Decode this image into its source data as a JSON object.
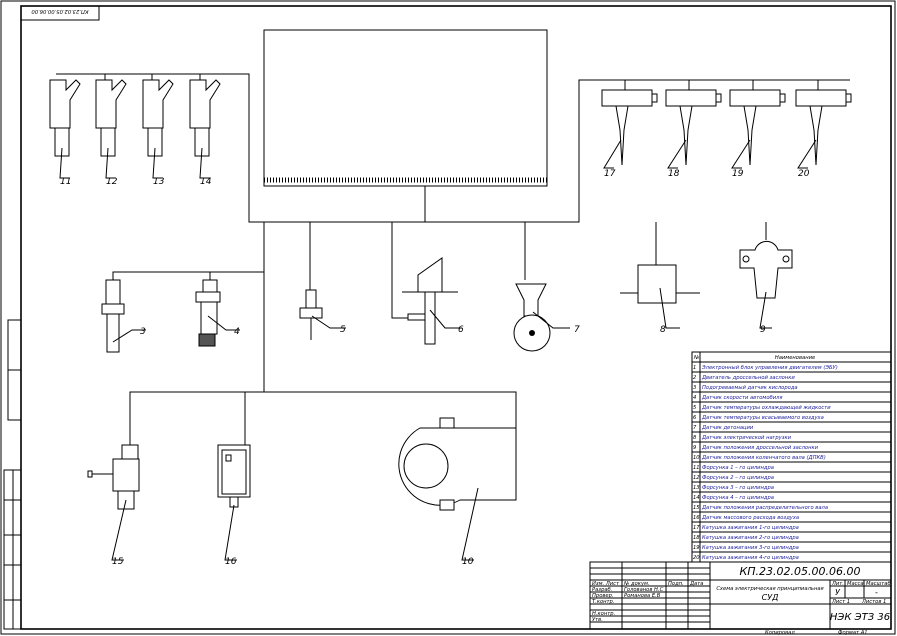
{
  "stamp_code": "КП.23.02.05.00.06.00",
  "component_labels": [
    "3",
    "4",
    "5",
    "6",
    "7",
    "8",
    "9",
    "10",
    "11",
    "12",
    "13",
    "14",
    "15",
    "16",
    "17",
    "18",
    "19",
    "20"
  ],
  "legend": {
    "header_num": "№",
    "header_name": "Наименование",
    "items": [
      {
        "n": "1",
        "name": "Электронный блок управления двигателем (ЭБУ)"
      },
      {
        "n": "2",
        "name": "Двигатель дроссельной заслонки"
      },
      {
        "n": "3",
        "name": "Подогреваемый датчик кислорода"
      },
      {
        "n": "4",
        "name": "Датчик скорости автомобиля"
      },
      {
        "n": "5",
        "name": "Датчик температуры охлаждающей жидкости"
      },
      {
        "n": "6",
        "name": "Датчик температуры всасываемого воздуха"
      },
      {
        "n": "7",
        "name": "Датчик детонации"
      },
      {
        "n": "8",
        "name": "Датчик электрической нагрузки"
      },
      {
        "n": "9",
        "name": "Датчик положения дроссельной заслонки"
      },
      {
        "n": "10",
        "name": "Датчик положения коленчатого вала (ДПКВ)"
      },
      {
        "n": "11",
        "name": "Форсунка 1 – го цилиндра"
      },
      {
        "n": "12",
        "name": "Форсунка 2 – го цилиндра"
      },
      {
        "n": "13",
        "name": "Форсунка 3 – го цилиндра"
      },
      {
        "n": "14",
        "name": "Форсунка 4 – го цилиндра"
      },
      {
        "n": "15",
        "name": "Датчик положения распределительного вала"
      },
      {
        "n": "16",
        "name": "Датчик массового расхода воздуха"
      },
      {
        "n": "17",
        "name": "Катушка зажигания 1-го цилиндра"
      },
      {
        "n": "18",
        "name": "Катушка зажигания 2-го цилиндра"
      },
      {
        "n": "19",
        "name": "Катушка зажигания 3-го цилиндра"
      },
      {
        "n": "20",
        "name": "Катушка зажигания 4-го цилиндра"
      }
    ]
  },
  "title_block": {
    "code": "КП.23.02.05.00.06.00",
    "title_line1": "Схема электрическая принципиальная",
    "title_line2": "СУД",
    "col_izm": "Изм. Лист",
    "col_doc": "№ докум.",
    "col_sign": "Подп.",
    "col_date": "Дата",
    "role_dev": "Разраб.",
    "role_check": "Провер.",
    "role_tcontr": "Т.контр.",
    "role_ncontr": "Н.контр.",
    "role_appr": "Утв.",
    "name_dev": "Голованов Н.С",
    "name_check": "Романова Е.В",
    "lit_label": "Лит.",
    "mass_label": "Масса",
    "scale_label": "Масштаб",
    "lit_value": "У",
    "scale_value": "-",
    "sheet_label": "Лист 1",
    "sheets_label": "Листов 1",
    "org": "НЭК ЭТЗ 36",
    "copied": "Копировал",
    "format": "Формат А1"
  }
}
